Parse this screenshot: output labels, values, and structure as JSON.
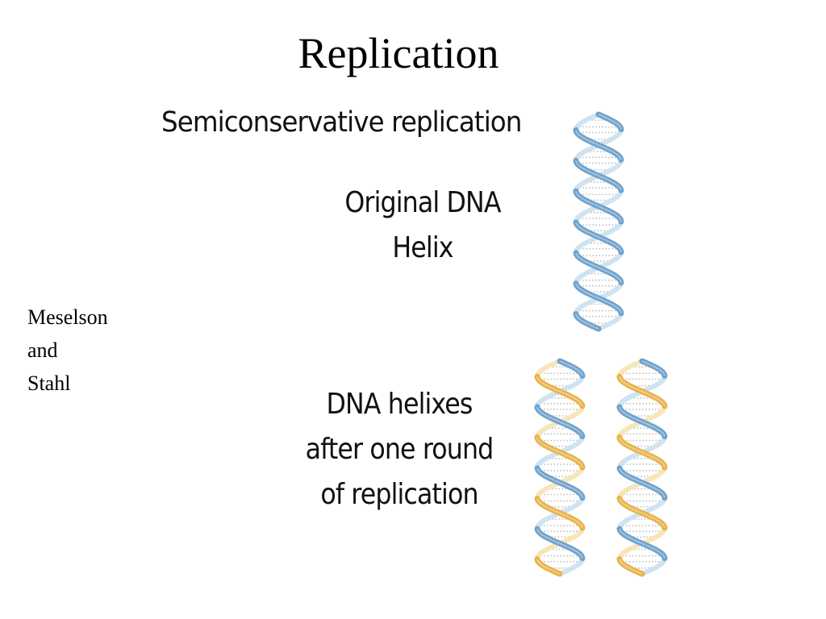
{
  "title": "Replication",
  "side_note": [
    "Meselson",
    "and",
    "Stahl"
  ],
  "figure": {
    "heading": "Semiconservative replication",
    "original_label": [
      "Original DNA",
      "Helix"
    ],
    "after_label": [
      "DNA helixes",
      "after one round",
      "of replication"
    ]
  },
  "colors": {
    "parental_strand": "#6fa2cc",
    "parental_strand_light": "#cfe3f0",
    "new_strand": "#e8b34a",
    "new_strand_light": "#f6e6b8",
    "base_pair_dots": "#b9b9b9"
  }
}
